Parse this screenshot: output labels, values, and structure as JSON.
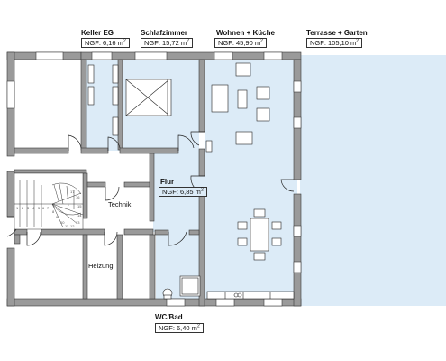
{
  "colors": {
    "room_fill": "#dcebf7",
    "wall": "#9a9a9a",
    "wall_outline": "#3a3a3a",
    "line": "#222222"
  },
  "rooms": {
    "keller": {
      "name": "Keller EG",
      "area": "NGF: 6,16 m",
      "area_sup": "2"
    },
    "schlafzimmer": {
      "name": "Schlafzimmer",
      "area": "NGF: 15,72 m",
      "area_sup": "2"
    },
    "wohnen": {
      "name": "Wohnen + Küche",
      "area": "NGF:  45,90 m",
      "area_sup": "2"
    },
    "terrasse": {
      "name": "Terrasse + Garten",
      "area": "NGF: 105,10 m",
      "area_sup": "2"
    },
    "flur": {
      "name": "Flur",
      "area": "NGF: 6,85 m",
      "area_sup": "2"
    },
    "wcbad": {
      "name": "WC/Bad",
      "area": "NGF: 6,40 m",
      "area_sup": "2"
    },
    "technik": {
      "name": "Technik"
    },
    "heizung": {
      "name": "Heizung"
    }
  },
  "stairs": {
    "steps": [
      "1",
      "2",
      "3",
      "4",
      "5",
      "6",
      "7",
      "8",
      "9",
      "10",
      "11",
      "12",
      "13",
      "14",
      "15",
      "16",
      "17"
    ]
  }
}
